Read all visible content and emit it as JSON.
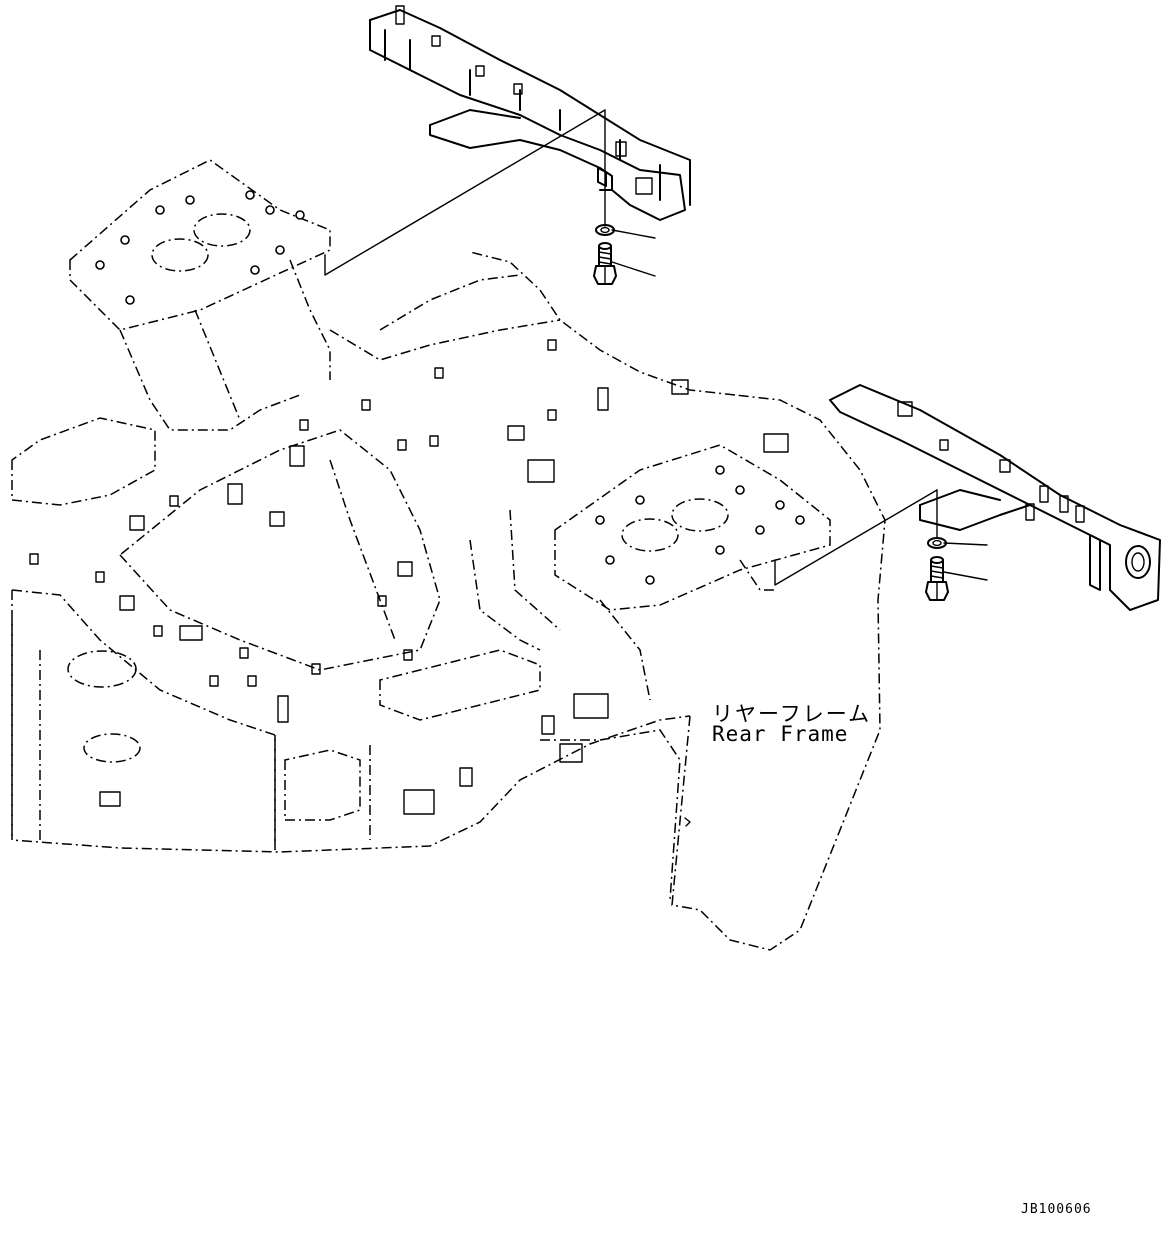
{
  "part_label": {
    "japanese": "リヤーフレーム",
    "english": "Rear Frame"
  },
  "drawing_number": "JB100606",
  "callouts": [
    {
      "id": "washer-upper",
      "part": "washer"
    },
    {
      "id": "bolt-upper",
      "part": "bolt"
    },
    {
      "id": "washer-lower",
      "part": "washer"
    },
    {
      "id": "bolt-lower",
      "part": "bolt"
    }
  ]
}
